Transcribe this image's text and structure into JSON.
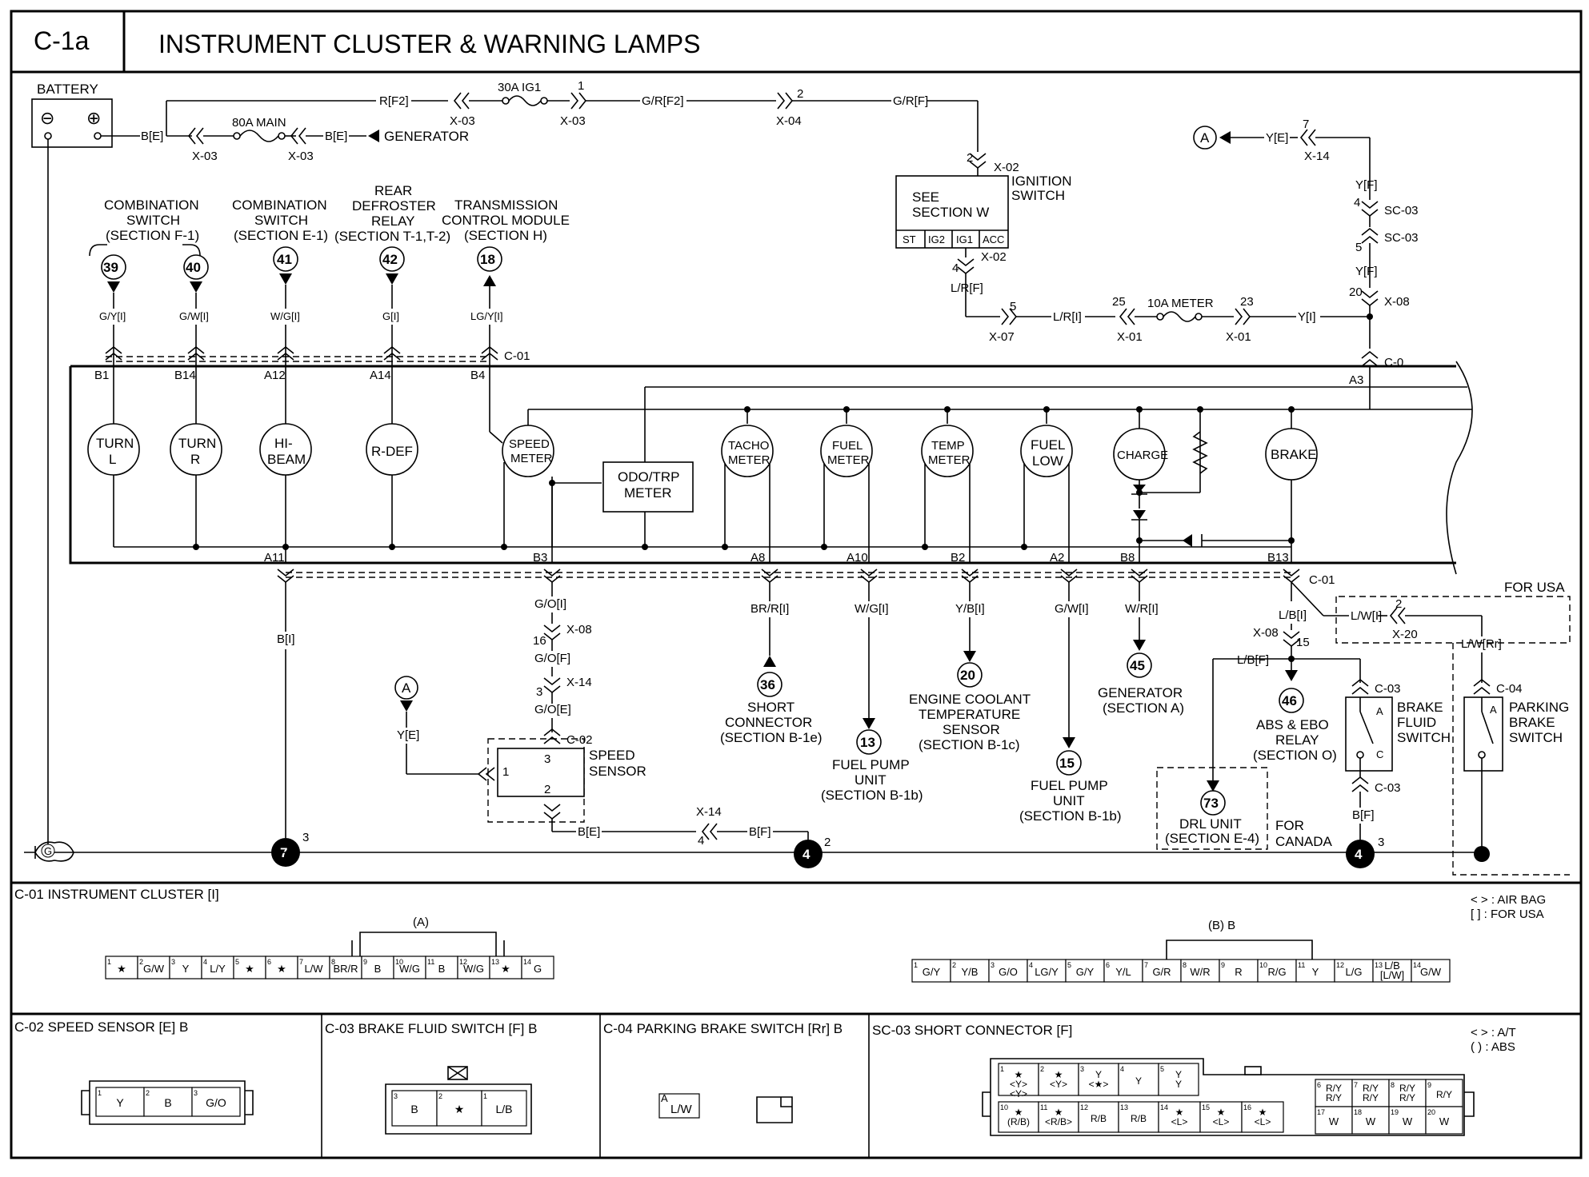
{
  "header": {
    "code": "C-1a",
    "title": "INSTRUMENT CLUSTER & WARNING LAMPS"
  },
  "power": {
    "battery": "BATTERY",
    "minus": "⊖",
    "plus": "⊕",
    "generator": "GENERATOR",
    "wire_be1": "B[E]",
    "wire_be2": "B[E]",
    "fuse_main": "80A MAIN",
    "x03a": "X-03",
    "x03b": "X-03",
    "wire_rf2": "R[F2]",
    "fuse_ig1": "30A IG1",
    "x03c": "X-03",
    "pin1": "1",
    "x03d": "X-03",
    "wire_grf2": "G/R[F2]",
    "pin2": "2",
    "x04": "X-04",
    "wire_grf": "G/R[F]"
  },
  "ignition": {
    "pin2": "2",
    "x02a": "X-02",
    "label1": "IGNITION",
    "label2": "SWITCH",
    "see1": "SEE",
    "see2": "SECTION W",
    "terms": [
      "ST",
      "IG2",
      "IG1",
      "ACC"
    ],
    "pin4": "4",
    "x02b": "X-02",
    "wire_lrf": "L/R[F]",
    "pin5": "5",
    "x07": "X-07",
    "wire_lri": "L/R[I]",
    "pin25": "25",
    "x01a": "X-01",
    "fuse_meter": "10A METER",
    "pin23": "23",
    "x01b": "X-01",
    "wire_yi": "Y[I]"
  },
  "right_feed": {
    "a_label": "A",
    "wire_ye": "Y[E]",
    "pin7": "7",
    "x14": "X-14",
    "wire_yf1": "Y[F]",
    "pin4": "4",
    "sc03a": "SC-03",
    "pin5": "5",
    "sc03b": "SC-03",
    "wire_yf2": "Y[F]",
    "pin20": "20",
    "x08": "X-08",
    "c0": "C-0",
    "a3": "A3"
  },
  "top_modules": [
    {
      "l1": "COMBINATION",
      "l2": "SWITCH",
      "l3": "(SECTION F-1)",
      "num": "39",
      "wire": "G/Y[I]",
      "pin": "B1"
    },
    {
      "l1": "",
      "l2": "",
      "l3": "",
      "num": "40",
      "wire": "G/W[I]",
      "pin": "B14"
    },
    {
      "l1": "COMBINATION",
      "l2": "SWITCH",
      "l3": "(SECTION E-1)",
      "num": "41",
      "wire": "W/G[I]",
      "pin": "A12"
    },
    {
      "l1": "REAR",
      "l2": "DEFROSTER",
      "l3": "RELAY",
      "l4": "(SECTION T-1,T-2)",
      "num": "42",
      "wire": "G[I]",
      "pin": "A14"
    },
    {
      "l1": "TRANSMISSION",
      "l2": "CONTROL MODULE",
      "l3": "(SECTION H)",
      "num": "18",
      "wire": "LG/Y[I]",
      "pin": "B4"
    }
  ],
  "c01_top": "C-01",
  "lamps": {
    "turn_l": [
      "TURN",
      "L"
    ],
    "turn_r": [
      "TURN",
      "R"
    ],
    "hibeam": [
      "HI-",
      "BEAM"
    ],
    "rdef": [
      "R-DEF"
    ],
    "speed": [
      "SPEED",
      "METER"
    ],
    "odo": [
      "ODO/TRP",
      "METER"
    ],
    "tacho": [
      "TACHO",
      "METER"
    ],
    "fuel": [
      "FUEL",
      "METER"
    ],
    "temp": [
      "TEMP",
      "METER"
    ],
    "fuellow": [
      "FUEL",
      "LOW"
    ],
    "charge": [
      "CHARGE"
    ],
    "brake": [
      "BRAKE"
    ]
  },
  "bottom_pins": {
    "a11": "A11",
    "b3": "B3",
    "a8": "A8",
    "a10": "A10",
    "b2": "B2",
    "a2": "A2",
    "b8": "B8",
    "b13": "B13",
    "c01": "C-01"
  },
  "lower": {
    "wire_bi": "B[I]",
    "ground7": "7",
    "pin3a": "3",
    "wire_goi": "G/O[I]",
    "pin16": "16",
    "x08": "X-08",
    "wire_gof": "G/O[F]",
    "pin3b": "3",
    "x14": "X-14",
    "wire_goe": "G/O[E]",
    "c02": "C-02",
    "a_label": "A",
    "wire_ye": "Y[E]",
    "ss_pin1": "1",
    "ss_pin3": "3",
    "ss_pin2": "2",
    "ss1": "SPEED",
    "ss2": "SENSOR",
    "wire_be": "B[E]",
    "x14b": "X-14",
    "pin4": "4",
    "wire_bf": "B[F]",
    "ground4a": "4",
    "pin2": "2",
    "wire_brri": "BR/R[I]",
    "n36": "36",
    "sc1": "SHORT",
    "sc2": "CONNECTOR",
    "sc3": "(SECTION B-1e)",
    "wire_wgi": "W/G[I]",
    "n13": "13",
    "fp1": "FUEL PUMP",
    "fp2": "UNIT",
    "fp3": "(SECTION B-1b)",
    "wire_ybi": "Y/B[I]",
    "n20": "20",
    "ec1": "ENGINE COOLANT",
    "ec2": "TEMPERATURE",
    "ec3": "SENSOR",
    "ec4": "(SECTION B-1c)",
    "wire_gwi": "G/W[I]",
    "n15": "15",
    "fp21": "FUEL PUMP",
    "fp22": "UNIT",
    "fp23": "(SECTION B-1b)",
    "wire_wri": "W/R[I]",
    "n45": "45",
    "gen1": "GENERATOR",
    "gen2": "(SECTION A)",
    "wire_lbi": "L/B[I]",
    "x08b": "X-08",
    "pin15": "15",
    "wire_lbf": "L/B[F]",
    "n46": "46",
    "abs1": "ABS & EBO",
    "abs2": "RELAY",
    "abs3": "(SECTION O)",
    "n73": "73",
    "drl1": "DRL UNIT",
    "drl2": "(SECTION E-4)",
    "canada1": "FOR",
    "canada2": "CANADA",
    "c03a": "C-03",
    "bfs1": "BRAKE",
    "bfs2": "FLUID",
    "bfs3": "SWITCH",
    "bfsA": "A",
    "bfsC": "C",
    "c03b": "C-03",
    "wire_bf2": "B[F]",
    "ground4b": "4",
    "pin3c": "3",
    "for_usa": "FOR USA",
    "wire_lwi": "L/W[I]",
    "pin2b": "2",
    "x20": "X-20",
    "wire_lwrr": "L/W[Rr]",
    "c04": "C-04",
    "pbs1": "PARKING",
    "pbs2": "BRAKE",
    "pbs3": "SWITCH",
    "pbsA": "A"
  },
  "c01_conn": {
    "title": "C-01 INSTRUMENT CLUSTER [I]",
    "legend1": "<  > : AIR BAG",
    "legend2": "[    ] : FOR USA",
    "a_label": "(A)",
    "b_label": "(B) B",
    "a_cells": [
      {
        "n": "1",
        "v": "★"
      },
      {
        "n": "2",
        "v": "G/W"
      },
      {
        "n": "3",
        "v": "Y"
      },
      {
        "n": "4",
        "v": "L/Y"
      },
      {
        "n": "5",
        "v": "★"
      },
      {
        "n": "6",
        "v": "★"
      },
      {
        "n": "7",
        "v": "L/W"
      },
      {
        "n": "8",
        "v": "BR/R"
      },
      {
        "n": "9",
        "v": "B"
      },
      {
        "n": "10",
        "v": "W/G"
      },
      {
        "n": "11",
        "v": "B"
      },
      {
        "n": "12",
        "v": "W/G"
      },
      {
        "n": "13",
        "v": "★"
      },
      {
        "n": "14",
        "v": "G"
      }
    ],
    "b_cells": [
      {
        "n": "1",
        "v": "G/Y"
      },
      {
        "n": "2",
        "v": "Y/B"
      },
      {
        "n": "3",
        "v": "G/O"
      },
      {
        "n": "4",
        "v": "LG/Y"
      },
      {
        "n": "5",
        "v": "G/Y"
      },
      {
        "n": "6",
        "v": "Y/L"
      },
      {
        "n": "7",
        "v": "G/R"
      },
      {
        "n": "8",
        "v": "W/R"
      },
      {
        "n": "9",
        "v": "R"
      },
      {
        "n": "10",
        "v": "R/G"
      },
      {
        "n": "11",
        "v": "Y"
      },
      {
        "n": "12",
        "v": "L/G"
      },
      {
        "n": "13",
        "v": "L/B [L/W]"
      },
      {
        "n": "14",
        "v": "G/W"
      }
    ]
  },
  "c02_conn": {
    "title": "C-02 SPEED SENSOR [E] B",
    "cells": [
      {
        "n": "1",
        "v": "Y"
      },
      {
        "n": "2",
        "v": "B"
      },
      {
        "n": "3",
        "v": "G/O"
      }
    ]
  },
  "c03_conn": {
    "title": "C-03 BRAKE FLUID SWITCH [F] B",
    "cells": [
      {
        "n": "3",
        "v": "B"
      },
      {
        "n": "2",
        "v": "★"
      },
      {
        "n": "1",
        "v": "L/B"
      }
    ]
  },
  "c04_conn": {
    "title": "C-04 PARKING BRAKE SWITCH [Rr] B",
    "cell": {
      "n": "A",
      "v": "L/W"
    }
  },
  "sc03_conn": {
    "title": "SC-03 SHORT CONNECTOR [F]",
    "legend1": "<  > : A/T",
    "legend2": "(    ) : ABS",
    "top": [
      {
        "n": "1",
        "v": "★ <Y> <Y>"
      },
      {
        "n": "2",
        "v": "★ <Y>"
      },
      {
        "n": "3",
        "v": "Y <★>"
      },
      {
        "n": "4",
        "v": "Y"
      },
      {
        "n": "5",
        "v": "Y Y"
      },
      {
        "n": "6",
        "v": "R/Y R/Y"
      },
      {
        "n": "7",
        "v": "R/Y R/Y"
      },
      {
        "n": "8",
        "v": "R/Y R/Y"
      },
      {
        "n": "9",
        "v": "R/Y"
      }
    ],
    "bottom": [
      {
        "n": "10",
        "v": "★ (R/B)"
      },
      {
        "n": "11",
        "v": "★ <R/B>"
      },
      {
        "n": "12",
        "v": "R/B"
      },
      {
        "n": "13",
        "v": "R/B"
      },
      {
        "n": "14",
        "v": "★ <L>"
      },
      {
        "n": "15",
        "v": "★ <L>"
      },
      {
        "n": "16",
        "v": "★ <L>"
      },
      {
        "n": "17",
        "v": "W"
      },
      {
        "n": "18",
        "v": "W"
      },
      {
        "n": "19",
        "v": "W"
      },
      {
        "n": "20",
        "v": "W"
      }
    ]
  }
}
